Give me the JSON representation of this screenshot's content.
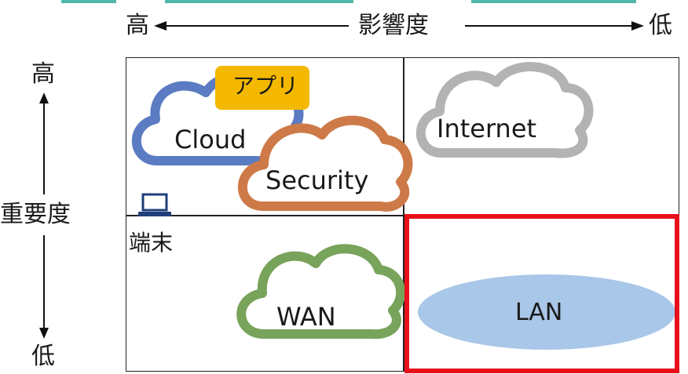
{
  "header": {
    "impact_high": "高",
    "impact_title": "影響度",
    "impact_low": "低"
  },
  "side": {
    "importance_high": "高",
    "importance_title": "重要度",
    "importance_low": "低"
  },
  "items": {
    "app": "アプリ",
    "cloud": "Cloud",
    "security": "Security",
    "internet": "Internet",
    "terminal": "端末",
    "wan": "WAN",
    "lan": "LAN"
  },
  "colors": {
    "cloud": "#5b7bc2",
    "security": "#cd7a48",
    "internet": "#b3b3b3",
    "wan": "#78a35a",
    "lan_fill": "#a9c7e8",
    "app_fill": "#f4b800",
    "highlight": "#e8111b",
    "laptop": "#1e3f7a",
    "top_bar": "#4fb8a8"
  }
}
